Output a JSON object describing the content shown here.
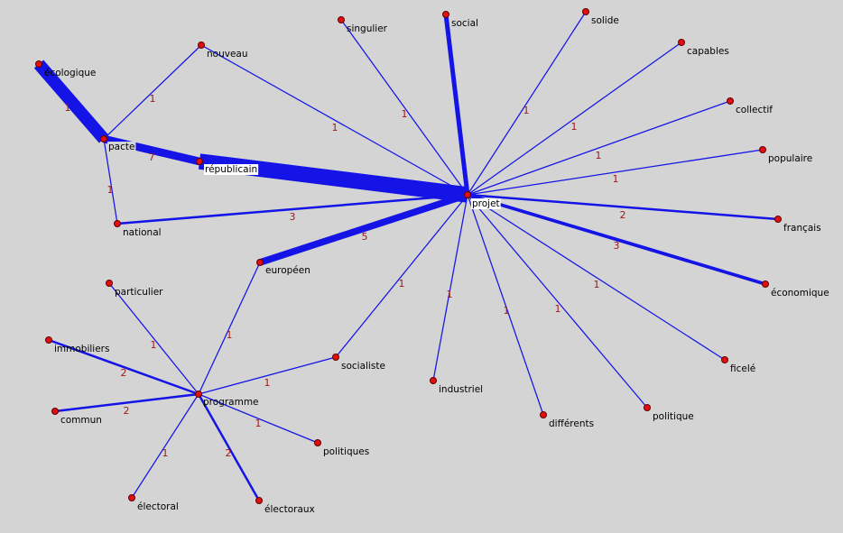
{
  "graph": {
    "nodes": [
      {
        "id": "projet",
        "label": "projet"
      },
      {
        "id": "social",
        "label": "social"
      },
      {
        "id": "singulier",
        "label": "singulier"
      },
      {
        "id": "solide",
        "label": "solide"
      },
      {
        "id": "capables",
        "label": "capables"
      },
      {
        "id": "collectif",
        "label": "collectif"
      },
      {
        "id": "populaire",
        "label": "populaire"
      },
      {
        "id": "francais",
        "label": "français"
      },
      {
        "id": "economique",
        "label": "économique"
      },
      {
        "id": "ficele",
        "label": "ficelé"
      },
      {
        "id": "politique",
        "label": "politique"
      },
      {
        "id": "differents",
        "label": "différents"
      },
      {
        "id": "industriel",
        "label": "industriel"
      },
      {
        "id": "socialiste",
        "label": "socialiste"
      },
      {
        "id": "europeen",
        "label": "européen"
      },
      {
        "id": "republicain",
        "label": "républicain"
      },
      {
        "id": "pacte",
        "label": "pacte"
      },
      {
        "id": "ecologique",
        "label": "écologique"
      },
      {
        "id": "nouveau",
        "label": "nouveau"
      },
      {
        "id": "national",
        "label": "national"
      },
      {
        "id": "programme",
        "label": "programme"
      },
      {
        "id": "particulier",
        "label": "particulier"
      },
      {
        "id": "immobiliers",
        "label": "immobiliers"
      },
      {
        "id": "commun",
        "label": "commun"
      },
      {
        "id": "electoral",
        "label": "électoral"
      },
      {
        "id": "electoraux",
        "label": "électoraux"
      },
      {
        "id": "politiques",
        "label": "politiques"
      }
    ],
    "edges": [
      {
        "from": "projet",
        "to": "social",
        "weight": "",
        "strength": 4
      },
      {
        "from": "projet",
        "to": "singulier",
        "weight": "1",
        "strength": 1
      },
      {
        "from": "projet",
        "to": "solide",
        "weight": "1",
        "strength": 1
      },
      {
        "from": "projet",
        "to": "capables",
        "weight": "1",
        "strength": 1
      },
      {
        "from": "projet",
        "to": "collectif",
        "weight": "1",
        "strength": 1
      },
      {
        "from": "projet",
        "to": "populaire",
        "weight": "1",
        "strength": 1
      },
      {
        "from": "projet",
        "to": "francais",
        "weight": "2",
        "strength": 2
      },
      {
        "from": "projet",
        "to": "economique",
        "weight": "3",
        "strength": 3
      },
      {
        "from": "projet",
        "to": "ficele",
        "weight": "1",
        "strength": 1
      },
      {
        "from": "projet",
        "to": "politique",
        "weight": "1",
        "strength": 1
      },
      {
        "from": "projet",
        "to": "differents",
        "weight": "1",
        "strength": 1
      },
      {
        "from": "projet",
        "to": "industriel",
        "weight": "1",
        "strength": 1
      },
      {
        "from": "projet",
        "to": "nouveau",
        "weight": "1",
        "strength": 1
      },
      {
        "from": "projet",
        "to": "national",
        "weight": "3",
        "strength": 2
      },
      {
        "from": "projet",
        "to": "europeen",
        "weight": "5",
        "strength": 6
      },
      {
        "from": "projet",
        "to": "republicain",
        "weight": "",
        "strength": 14
      },
      {
        "from": "pacte",
        "to": "republicain",
        "weight": "7",
        "strength": 7
      },
      {
        "from": "pacte",
        "to": "ecologique",
        "weight": "1",
        "strength": 11
      },
      {
        "from": "pacte",
        "to": "nouveau",
        "weight": "1",
        "strength": 1
      },
      {
        "from": "pacte",
        "to": "national",
        "weight": "1",
        "strength": 1
      },
      {
        "from": "programme",
        "to": "socialiste",
        "weight": "1",
        "strength": 1
      },
      {
        "from": "socialiste",
        "to": "projet",
        "weight": "1",
        "strength": 1
      },
      {
        "from": "programme",
        "to": "europeen",
        "weight": "1",
        "strength": 1
      },
      {
        "from": "programme",
        "to": "particulier",
        "weight": "1",
        "strength": 1
      },
      {
        "from": "programme",
        "to": "immobiliers",
        "weight": "2",
        "strength": 2
      },
      {
        "from": "programme",
        "to": "commun",
        "weight": "2",
        "strength": 2
      },
      {
        "from": "programme",
        "to": "electoral",
        "weight": "1",
        "strength": 1
      },
      {
        "from": "programme",
        "to": "electoraux",
        "weight": "2",
        "strength": 2
      },
      {
        "from": "programme",
        "to": "politiques",
        "weight": "1",
        "strength": 1
      }
    ]
  }
}
